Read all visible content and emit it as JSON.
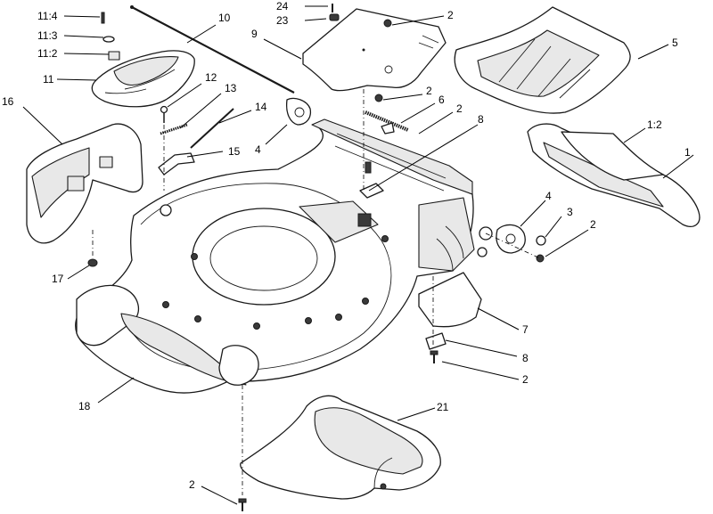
{
  "callouts": {
    "c11_4": "11:4",
    "c11_3": "11:3",
    "c11_2": "11:2",
    "c11": "11",
    "c16": "16",
    "c10": "10",
    "c12": "12",
    "c13": "13",
    "c14": "14",
    "c15": "15",
    "c4a": "4",
    "c17": "17",
    "c18": "18",
    "c24": "24",
    "c23": "23",
    "c9": "9",
    "c2a": "2",
    "c2b": "2",
    "c6": "6",
    "c2c": "2",
    "c8a": "8",
    "c5": "5",
    "c1_2": "1:2",
    "c1": "1",
    "c4b": "4",
    "c3": "3",
    "c2d": "2",
    "c7": "7",
    "c8b": "8",
    "c2e": "2",
    "c21": "21",
    "c2f": "2"
  }
}
